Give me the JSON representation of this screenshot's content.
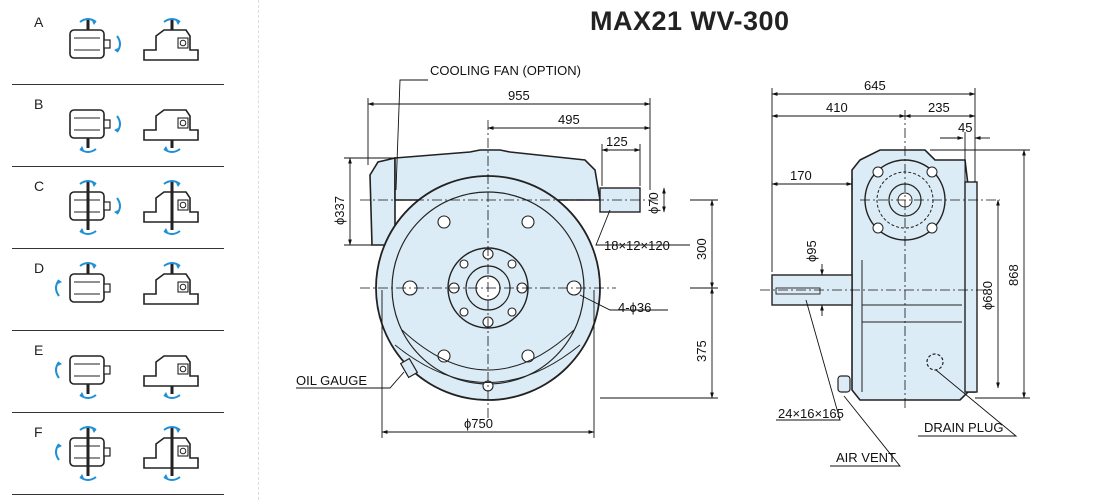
{
  "title": "MAX21 WV-300",
  "mountings": [
    {
      "letter": "A"
    },
    {
      "letter": "B"
    },
    {
      "letter": "C"
    },
    {
      "letter": "D"
    },
    {
      "letter": "E"
    },
    {
      "letter": "F"
    }
  ],
  "labels": {
    "cooling_fan": "COOLING FAN (OPTION)",
    "oil_gauge": "OIL GAUGE",
    "air_vent": "AIR VENT",
    "drain_plug": "DRAIN PLUG",
    "keyway_input": "18×12×120",
    "keyway_output": "24×16×165",
    "bolt_holes": "4-ϕ36"
  },
  "dimensions": {
    "front_overall_width": "955",
    "front_center_to_shaft_end": "495",
    "input_shaft_length": "125",
    "fan_diameter": "ϕ337",
    "input_shaft_diameter": "ϕ70",
    "center_height_upper": "300",
    "center_height_lower": "375",
    "base_diameter": "ϕ750",
    "side_overall_width": "645",
    "side_left": "410",
    "side_right": "235",
    "side_flange": "45",
    "output_shaft_length": "170",
    "output_shaft_diameter": "ϕ95",
    "side_body_diameter": "ϕ680",
    "side_overall_height": "868"
  },
  "colors": {
    "body_fill": "#dcecf6",
    "line": "#222222",
    "arrow_accent": "#1e8fd6"
  }
}
